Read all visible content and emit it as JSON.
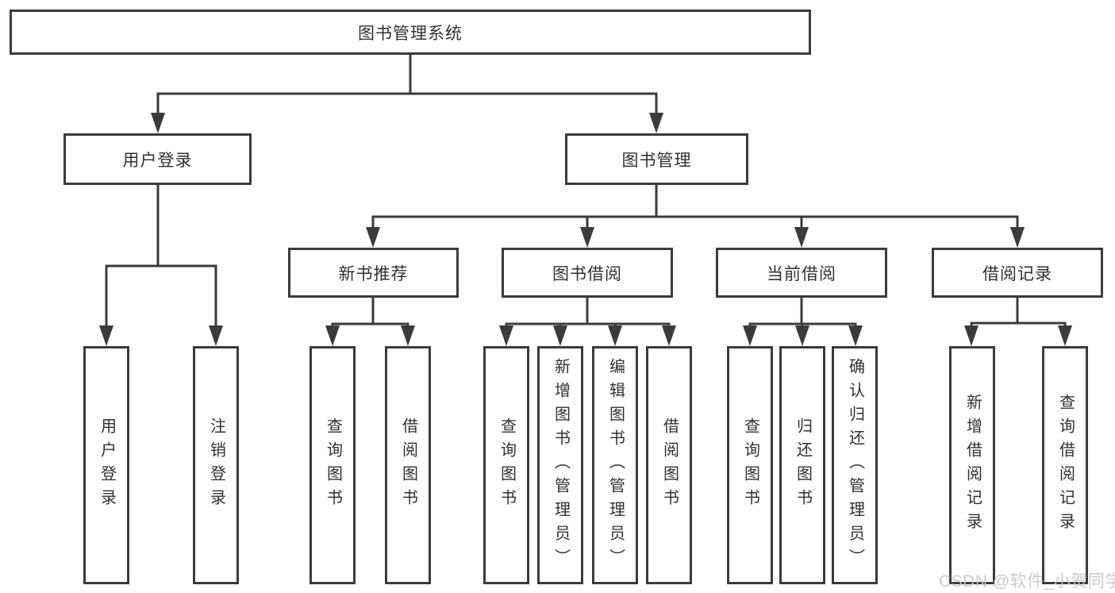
{
  "colors": {
    "line": "#3b3b3b",
    "text": "#303030",
    "box_bg": "#ffffff",
    "watermark": "#c6c6c6"
  },
  "watermark": "CSDN @软件_小贺同学",
  "root": {
    "label": "图书管理系统"
  },
  "level2": [
    {
      "label": "用户登录",
      "children": [
        {
          "label": "用户登录"
        },
        {
          "label": "注销登录"
        }
      ]
    },
    {
      "label": "图书管理",
      "children": [
        {
          "label": "新书推荐",
          "children": [
            {
              "label": "查询图书"
            },
            {
              "label": "借阅图书"
            }
          ]
        },
        {
          "label": "图书借阅",
          "children": [
            {
              "label": "查询图书"
            },
            {
              "label": "新增图书（管理员）"
            },
            {
              "label": "编辑图书（管理员）"
            },
            {
              "label": "借阅图书"
            }
          ]
        },
        {
          "label": "当前借阅",
          "children": [
            {
              "label": "查询图书"
            },
            {
              "label": "归还图书"
            },
            {
              "label": "确认归还（管理员）"
            }
          ]
        },
        {
          "label": "借阅记录",
          "children": [
            {
              "label": "新增借阅记录"
            },
            {
              "label": "查询借阅记录"
            }
          ]
        }
      ]
    }
  ]
}
